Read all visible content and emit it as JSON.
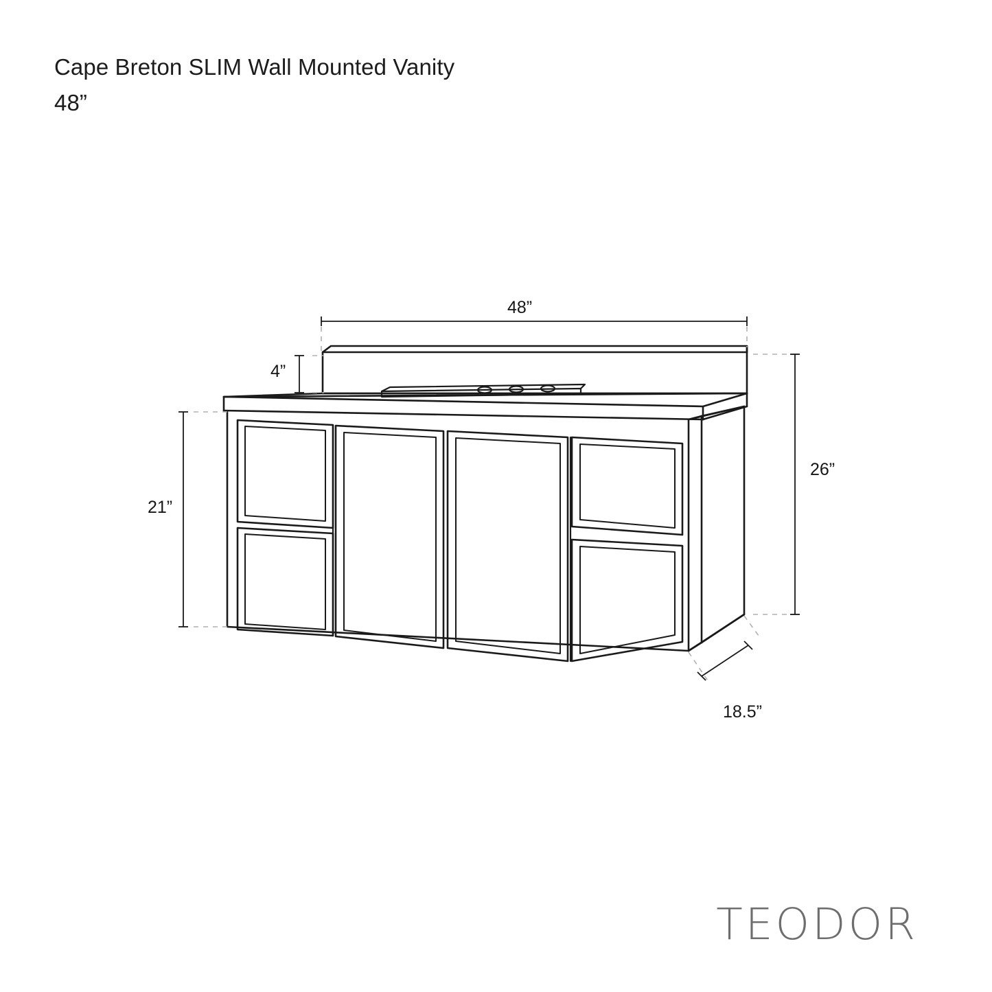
{
  "title": {
    "line1": "Cape Breton SLIM Wall Mounted Vanity",
    "line2": "48”"
  },
  "brand": "TEODOR",
  "dimensions": {
    "width_top": "48”",
    "backsplash_height": "4”",
    "cabinet_height": "21”",
    "overall_height": "26”",
    "depth": "18.5”"
  },
  "colors": {
    "line": "#1a1a1a",
    "guide": "#b9b9b9",
    "brand": "#6e6e6e"
  },
  "product": {
    "type": "wall-mounted-vanity",
    "doors": 2,
    "drawers": 4,
    "sink_cutout": true,
    "faucet_holes": 3
  }
}
